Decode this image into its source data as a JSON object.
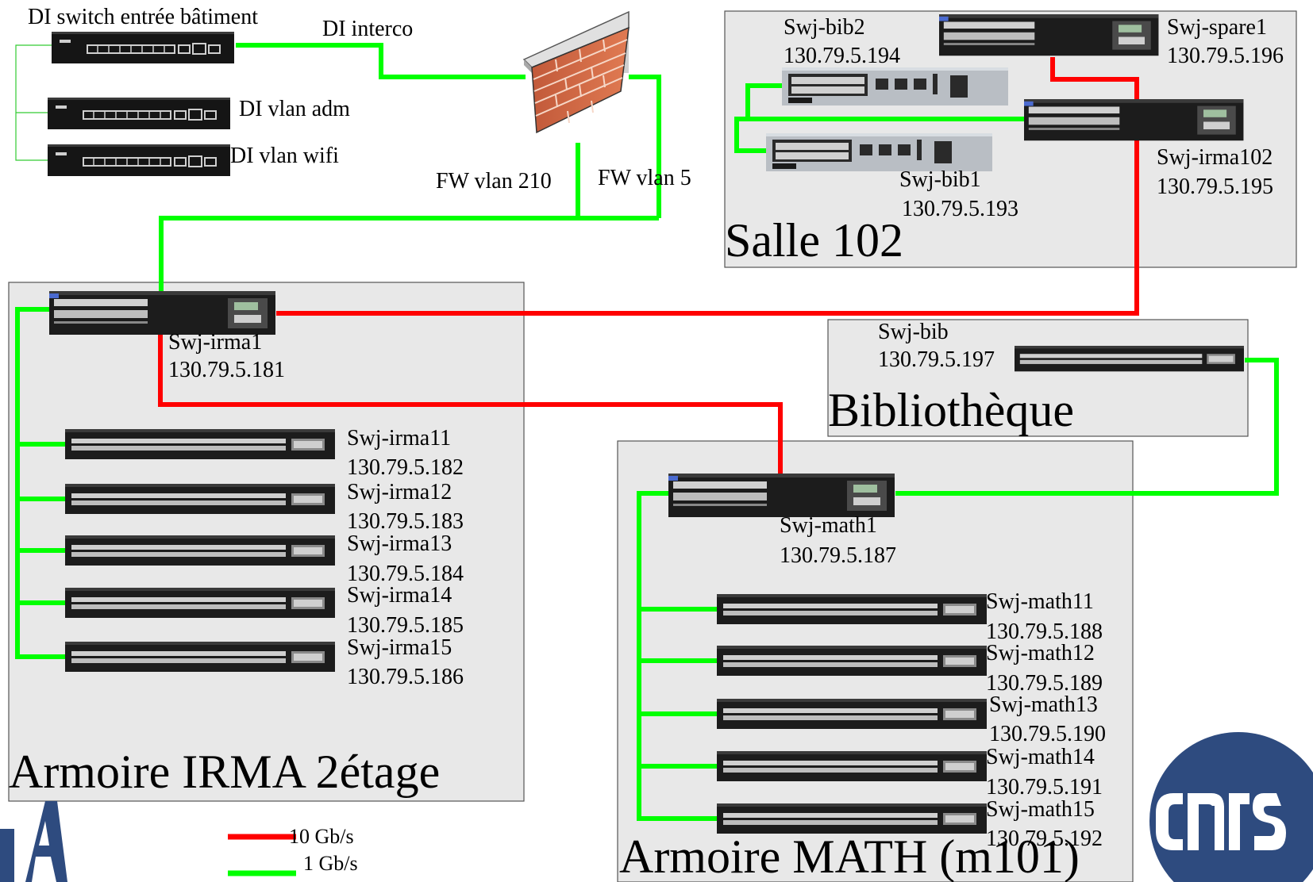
{
  "legend": {
    "ten_gb": "10 Gb/s",
    "one_gb": "1 Gb/s",
    "ten_gb_color": "#ff0000",
    "one_gb_color": "#00ff00"
  },
  "di": {
    "switch_entree": "DI switch entrée bâtiment",
    "interco": "DI interco",
    "vlan_adm": "DI vlan adm",
    "vlan_wifi": "DI vlan wifi"
  },
  "firewall": {
    "vlan210": "FW vlan 210",
    "vlan5": "FW vlan 5"
  },
  "rooms": {
    "salle102": "Salle 102",
    "irma": "Armoire IRMA 2étage",
    "bibliotheque": "Bibliothèque",
    "math": "Armoire MATH (m101)"
  },
  "switches": {
    "bib2": {
      "name": "Swj-bib2",
      "ip": "130.79.5.194"
    },
    "spare1": {
      "name": "Swj-spare1",
      "ip": "130.79.5.196"
    },
    "bib1": {
      "name": "Swj-bib1",
      "ip": "130.79.5.193"
    },
    "irma102": {
      "name": "Swj-irma102",
      "ip": "130.79.5.195"
    },
    "irma1": {
      "name": "Swj-irma1",
      "ip": "130.79.5.181"
    },
    "bib": {
      "name": "Swj-bib",
      "ip": "130.79.5.197"
    },
    "math1": {
      "name": "Swj-math1",
      "ip": "130.79.5.187"
    },
    "irma11": {
      "name": "Swj-irma11",
      "ip": "130.79.5.182"
    },
    "irma12": {
      "name": "Swj-irma12",
      "ip": "130.79.5.183"
    },
    "irma13": {
      "name": "Swj-irma13",
      "ip": "130.79.5.184"
    },
    "irma14": {
      "name": "Swj-irma14",
      "ip": "130.79.5.185"
    },
    "irma15": {
      "name": "Swj-irma15",
      "ip": "130.79.5.186"
    },
    "math11": {
      "name": "Swj-math11",
      "ip": "130.79.5.188"
    },
    "math12": {
      "name": "Swj-math12",
      "ip": "130.79.5.189"
    },
    "math13": {
      "name": "Swj-math13",
      "ip": "130.79.5.190"
    },
    "math14": {
      "name": "Swj-math14",
      "ip": "130.79.5.191"
    },
    "math15": {
      "name": "Swj-math15",
      "ip": "130.79.5.192"
    }
  },
  "logos": {
    "cnrs": "cnrs",
    "irma": "IRMA"
  }
}
